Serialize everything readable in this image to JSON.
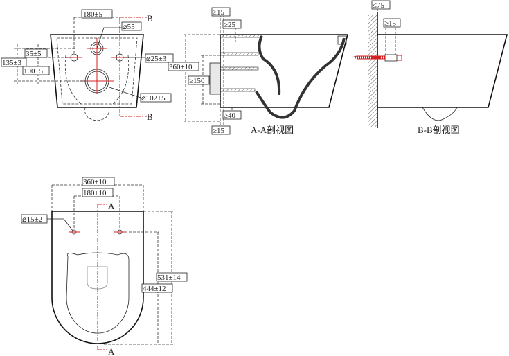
{
  "front_view": {
    "dim_top": "180±5",
    "dim_top_hole": "⌀55",
    "dim_35": "35±5",
    "dim_135": "135±3",
    "dim_100": "100±5",
    "dim_hole_25": "⌀25±3",
    "dim_hole_102": "⌀102±5",
    "section_label_top": "B",
    "section_label_bottom": "B"
  },
  "section_aa": {
    "dim_15_top": "≥15",
    "dim_25": "≥25",
    "dim_360": "360±10",
    "dim_150": "≥150",
    "dim_40": "≥40",
    "dim_15_bottom": "≥15",
    "caption": "A-A剖视图"
  },
  "section_bb": {
    "dim_75": "≤75",
    "dim_15": "≥15",
    "caption": "B-B剖视图"
  },
  "top_view": {
    "dim_360": "360±10",
    "dim_180": "180±10",
    "dim_hole_15": "⌀15±2",
    "dim_531": "531±14",
    "dim_444": "444±12",
    "section_label_top": "A",
    "section_label_bottom": "A"
  },
  "colors": {
    "line": "#111111",
    "centerline": "#d42020"
  }
}
